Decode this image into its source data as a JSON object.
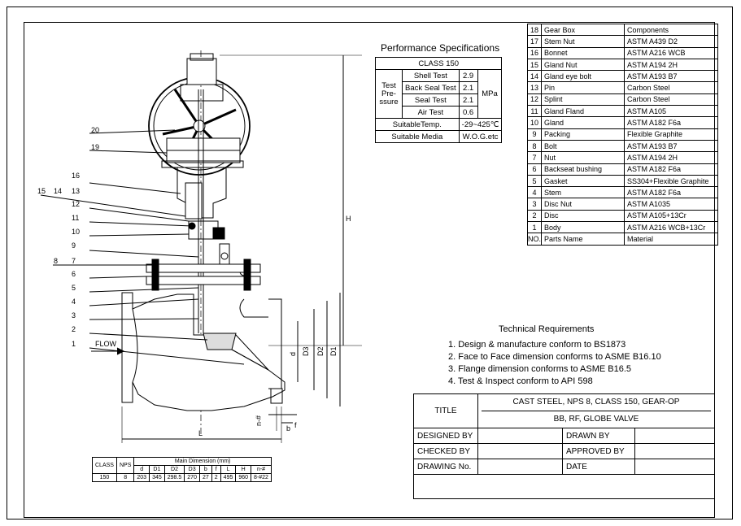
{
  "parts_list": [
    {
      "no": "18",
      "name": "Gear Box",
      "material": "Components"
    },
    {
      "no": "17",
      "name": "Stem Nut",
      "material": "ASTM A439 D2"
    },
    {
      "no": "16",
      "name": "Bonnet",
      "material": "ASTM A216 WCB"
    },
    {
      "no": "15",
      "name": "Gland Nut",
      "material": "ASTM A194 2H"
    },
    {
      "no": "14",
      "name": "Gland eye bolt",
      "material": "ASTM A193 B7"
    },
    {
      "no": "13",
      "name": "Pin",
      "material": "Carbon Steel"
    },
    {
      "no": "12",
      "name": "Splint",
      "material": "Carbon Steel"
    },
    {
      "no": "11",
      "name": "Gland Fland",
      "material": "ASTM A105"
    },
    {
      "no": "10",
      "name": "Gland",
      "material": "ASTM A182 F6a"
    },
    {
      "no": "9",
      "name": "Packing",
      "material": "Flexible Graphite"
    },
    {
      "no": "8",
      "name": "Bolt",
      "material": "ASTM A193 B7"
    },
    {
      "no": "7",
      "name": "Nut",
      "material": "ASTM A194 2H"
    },
    {
      "no": "6",
      "name": "Backseat bushing",
      "material": "ASTM A182 F6a"
    },
    {
      "no": "5",
      "name": "Gasket",
      "material": "SS304+Flexible Graphite"
    },
    {
      "no": "4",
      "name": "Stem",
      "material": "ASTM A182 F6a"
    },
    {
      "no": "3",
      "name": "Disc Nut",
      "material": "ASTM A1035"
    },
    {
      "no": "2",
      "name": "Disc",
      "material": "ASTM A105+13Cr"
    },
    {
      "no": "1",
      "name": "Body",
      "material": "ASTM A216 WCB+13Cr"
    }
  ],
  "parts_header": {
    "no": "NO.",
    "name": "Parts Name",
    "material": "Material"
  },
  "performance": {
    "title": "Performance Specifications",
    "class": "CLASS 150",
    "test_pressure": "Test Pre- ssure",
    "rows": [
      {
        "label": "Shell Test",
        "value": "2.9"
      },
      {
        "label": "Back Seal Test",
        "value": "2.1"
      },
      {
        "label": "Seal Test",
        "value": "2.1"
      },
      {
        "label": "Air Test",
        "value": "0.6"
      }
    ],
    "unit": "MPa",
    "temp_label": "SuitableTemp.",
    "temp_value": "-29~425℃",
    "media_label": "Suitable Media",
    "media_value": "W.O.G.etc"
  },
  "technical": {
    "title": "Technical Requirements",
    "items": [
      "1. Design & manufacture conform to BS1873",
      "2. Face to Face dimension conforms to ASME B16.10",
      "3. Flange dimension conforms to ASME B16.5",
      "4. Test & Inspect conform to API 598"
    ]
  },
  "title_block": {
    "title_label": "TITLE",
    "title_line1": "CAST STEEL, NPS 8, CLASS 150, GEAR-OP",
    "title_line2": "BB, RF, GLOBE VALVE",
    "designed_by": "DESIGNED BY",
    "drawn_by": "DRAWN BY",
    "checked_by": "CHECKED  BY",
    "approved_by": "APPROVED BY",
    "drawing_no": "DRAWING No.",
    "date": "DATE"
  },
  "dimensions": {
    "main_label": "Main Dimension (mm)",
    "headers": [
      "CLASS",
      "NPS",
      "d",
      "D1",
      "D2",
      "D3",
      "b",
      "f",
      "L",
      "H",
      "n-#"
    ],
    "values": [
      "150",
      "8",
      "203",
      "345",
      "298.5",
      "270",
      "27",
      "2",
      "495",
      "960",
      "8-#22"
    ]
  },
  "drawing_labels": {
    "flow": "FLOW",
    "L": "L",
    "H": "H",
    "d": "d",
    "D1": "D1",
    "D2": "D2",
    "D3": "D3",
    "b": "b",
    "f": "f",
    "n": "n-#",
    "balloons": [
      "20",
      "19",
      "16",
      "15",
      "14",
      "13",
      "12",
      "11",
      "10",
      "9",
      "8",
      "7",
      "6",
      "5",
      "4",
      "3",
      "2",
      "1"
    ]
  }
}
